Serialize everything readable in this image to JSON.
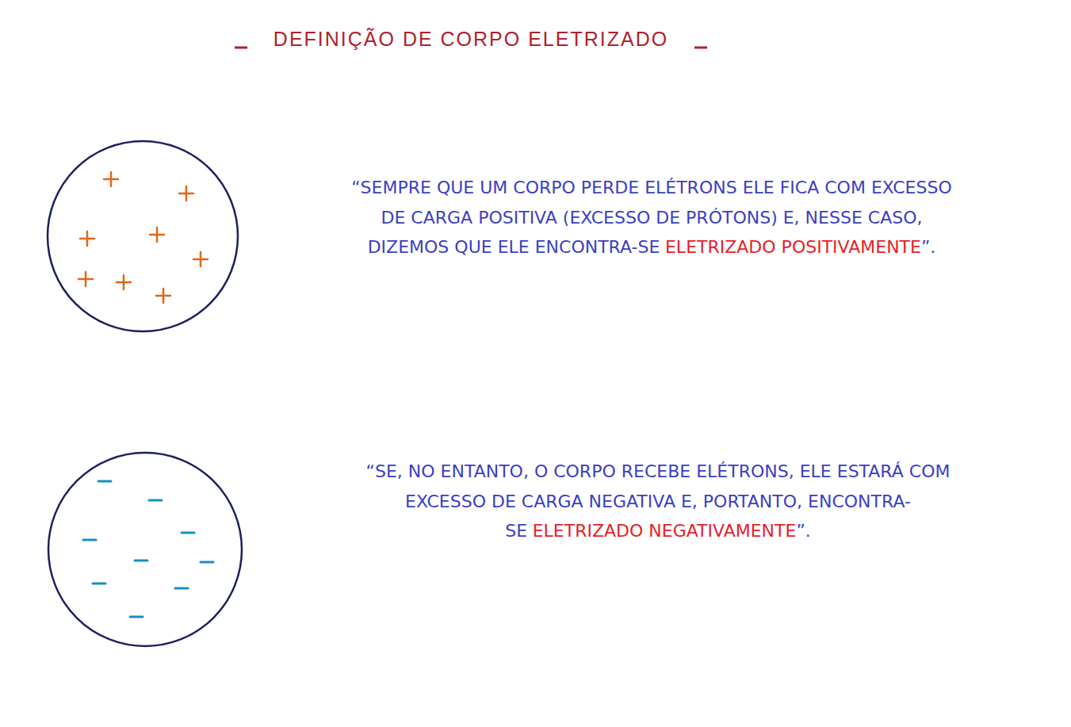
{
  "diagram": {
    "title": "DEFINIÇÃO DE CORPO ELETRIZADO",
    "labels": [
      "“SEMPRE QUE UM CORPO PERDE ELÉTRONS ELE FICA COM EXCESSO DE CARGA POSITIVA (EXCESSO DE PRÓTONS) E, NESSE CASO, DIZEMOS QUE ELE ENCONTRA-SE",
      "ELETRIZADO POSITIVAMENTE",
      "”.",
      "“SE, NO ENTANTO, O CORPO RECEBE ELÉTRONS, ELE ESTARÁ COM EXCESSO DE CARGA NEGATIVA E, PORTANTO, ENCONTRA-SE",
      "ELETRIZADO NEGATIVAMENTE",
      "”."
    ]
  }
}
